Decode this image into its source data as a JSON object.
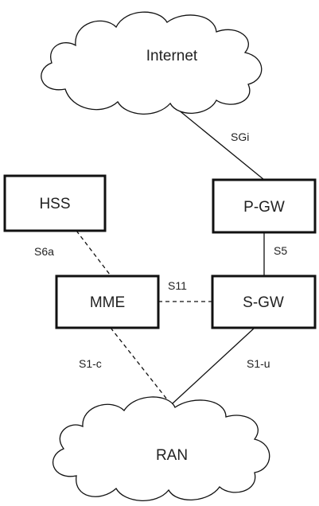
{
  "nodes": {
    "internet": "Internet",
    "hss": "HSS",
    "pgw": "P-GW",
    "mme": "MME",
    "sgw": "S-GW",
    "ran": "RAN"
  },
  "interfaces": {
    "sgi": "SGi",
    "s6a": "S6a",
    "s5": "S5",
    "s11": "S11",
    "s1c": "S1-c",
    "s1u": "S1-u"
  },
  "links": [
    {
      "from": "internet",
      "to": "pgw",
      "interface": "SGi",
      "style": "solid"
    },
    {
      "from": "hss",
      "to": "mme",
      "interface": "S6a",
      "style": "dashed"
    },
    {
      "from": "pgw",
      "to": "sgw",
      "interface": "S5",
      "style": "solid"
    },
    {
      "from": "mme",
      "to": "sgw",
      "interface": "S11",
      "style": "dashed"
    },
    {
      "from": "mme",
      "to": "ran",
      "interface": "S1-c",
      "style": "dashed"
    },
    {
      "from": "sgw",
      "to": "ran",
      "interface": "S1-u",
      "style": "solid"
    }
  ]
}
